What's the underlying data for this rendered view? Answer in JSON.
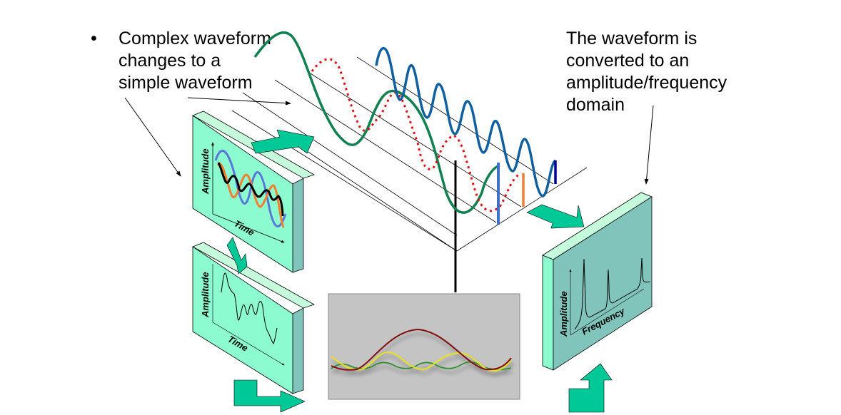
{
  "captions": {
    "left": {
      "bullet": "•",
      "lines": [
        "Complex waveform",
        "changes to a",
        "simple waveform"
      ]
    },
    "right": {
      "lines": [
        "The waveform is",
        "converted to an",
        "amplitude/frequency",
        "domain"
      ]
    }
  },
  "panels": {
    "complex_time": {
      "y_label": "Amplitude",
      "x_label": "Time"
    },
    "components_time": {
      "y_label": "Amplitude",
      "x_label": "Time"
    },
    "frequency": {
      "y_label": "Amplitude",
      "x_label": "Frequency"
    }
  },
  "colors": {
    "panel_face": "#8cfcd0",
    "panel_top": "#c4fcdc",
    "panel_side": "#80c4bc",
    "freq_face": "#80c4bc",
    "freq_side": "#8cfcd0",
    "arrow": "#00c896",
    "wave_green": "#108050",
    "wave_red_dotted": "#e01010",
    "wave_blue": "#1060a0",
    "bar_blue": "#4070c8",
    "bar_orange": "#f08030",
    "bar_navy": "#000090",
    "photo_bg": "#c4c4c4",
    "photo_red": "#801010",
    "photo_yellow": "#e8e020",
    "photo_green": "#309030"
  }
}
